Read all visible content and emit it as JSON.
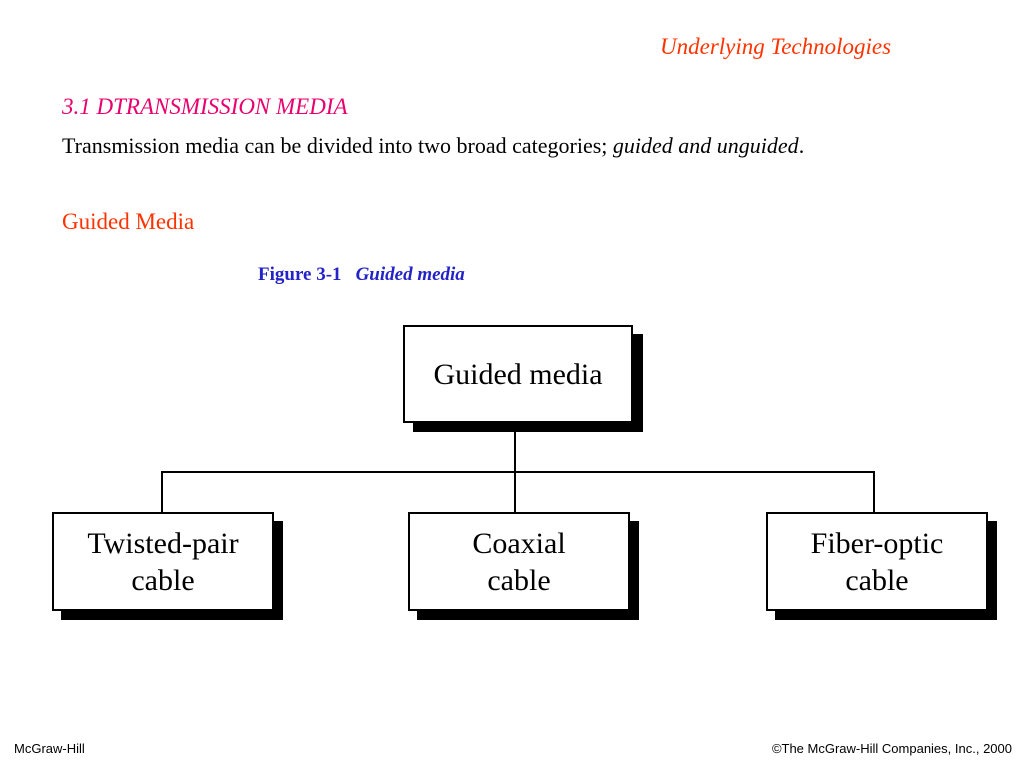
{
  "header": {
    "title": "Underlying Technologies"
  },
  "section": {
    "heading": "3.1 DTRANSMISSION MEDIA"
  },
  "intro": {
    "text": "Transmission media  can be divided into two broad categories; ",
    "emphasis": "guided and unguided",
    "end": "."
  },
  "subsection": {
    "heading": "Guided Media"
  },
  "figure": {
    "label": "Figure  3-1",
    "title": "Guided media"
  },
  "diagram": {
    "root": "Guided media",
    "children": [
      {
        "line1": "Twisted-pair",
        "line2": "cable"
      },
      {
        "line1": "Coaxial",
        "line2": "cable"
      },
      {
        "line1": "Fiber-optic",
        "line2": "cable"
      }
    ]
  },
  "footer": {
    "left": "McGraw-Hill",
    "right": "©The McGraw-Hill Companies, Inc., 2000"
  },
  "colors": {
    "header_title": "#ff3300",
    "section_heading": "#e8006e",
    "subsection_heading": "#ff3300",
    "figure_caption": "#2323c8"
  }
}
